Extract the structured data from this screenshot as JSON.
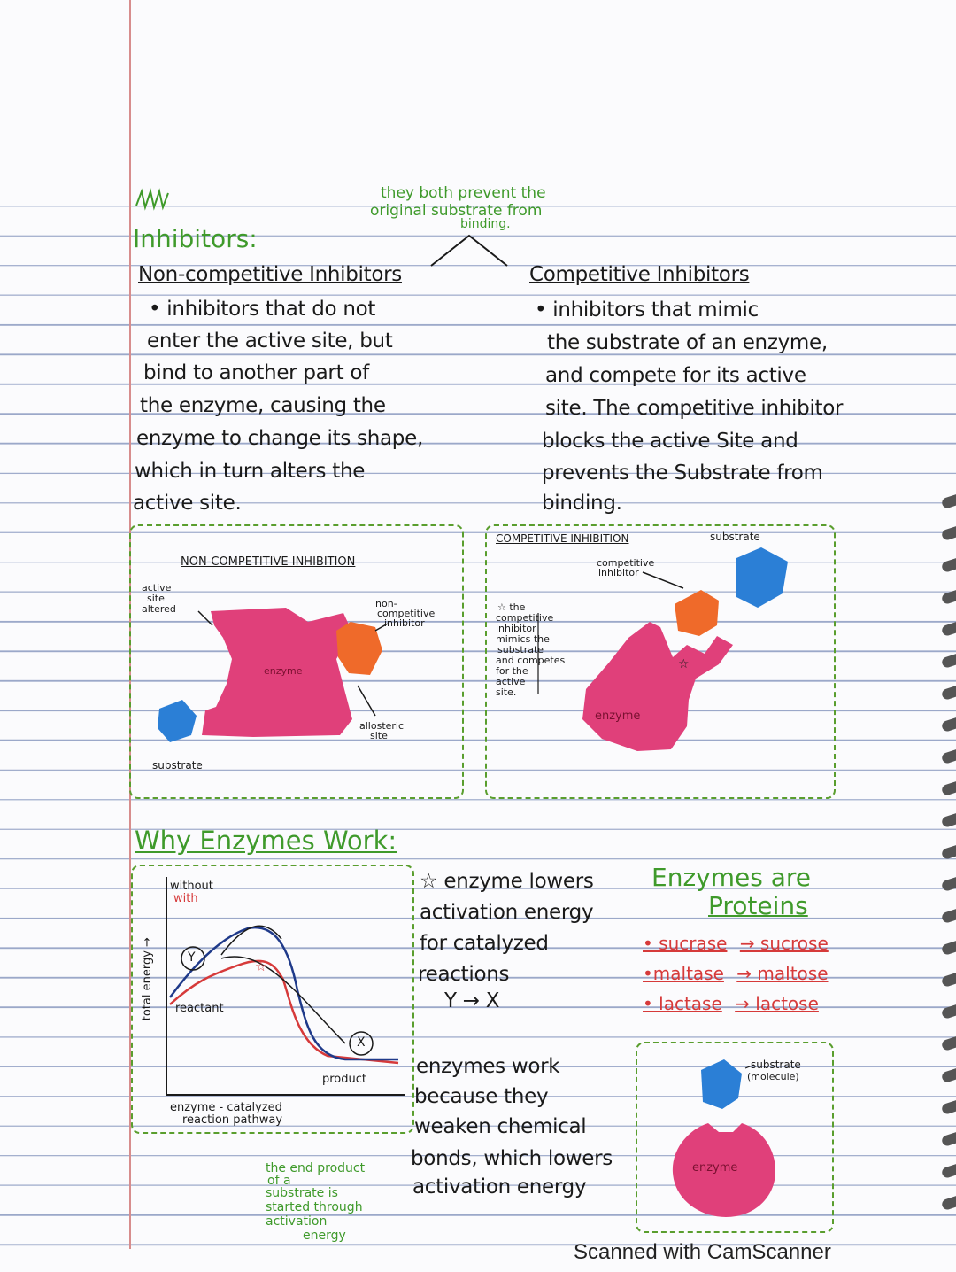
{
  "header": {
    "note_top": [
      "they both prevent the",
      "original substrate from",
      "binding."
    ],
    "title": "Inhibitors:"
  },
  "noncompetitive": {
    "heading": "Non-competitive Inhibitors",
    "lines": [
      "• inhibitors that do not",
      "enter the active site, but",
      "bind to another part of",
      "the enzyme, causing the",
      "enzyme to change its shape,",
      "which in turn alters the",
      "active site."
    ]
  },
  "competitive": {
    "heading": "Competitive Inhibitors",
    "lines": [
      "• inhibitors that mimic",
      "the substrate of an enzyme,",
      "and compete for its active",
      "site. The competitive inhibitor",
      "blocks the active Site and",
      "prevents the Substrate from",
      "binding."
    ]
  },
  "diagram_nc": {
    "title": "NON-COMPETITIVE INHIBITION",
    "active_site_label": [
      "active",
      "site",
      "altered"
    ],
    "inhibitor_label": [
      "non-",
      "competitive",
      "inhibitor"
    ],
    "enzyme_label": "enzyme",
    "allosteric_label": [
      "allosteric",
      "site"
    ],
    "substrate_label": "substrate"
  },
  "diagram_c": {
    "title": "COMPETITIVE INHIBITION",
    "substrate_label": "substrate",
    "inhibitor_label": [
      "competitive",
      "inhibitor"
    ],
    "note": [
      "☆ the",
      "competitive",
      "inhibitor",
      "mimics the",
      "substrate",
      "and competes",
      "for the",
      "active",
      "site."
    ],
    "enzyme_label": "enzyme"
  },
  "why": {
    "title": "Why Enzymes Work:",
    "graph": {
      "legend_without": "without",
      "legend_with": "with",
      "y_axis": "total energy →",
      "y_mark": "Y",
      "reactant": "reactant",
      "x_mark": "X",
      "product": "product",
      "caption": [
        "enzyme - catalyzed",
        "reaction pathway"
      ]
    },
    "point1": [
      "☆ enzyme lowers",
      "activation energy",
      "for catalyzed",
      "reactions",
      "Y → X"
    ],
    "point2": [
      "enzymes work",
      "because they",
      "weaken chemical",
      "bonds, which lowers",
      "activation energy"
    ],
    "side_note": [
      "the end product",
      "of a",
      "substrate is",
      "started through",
      "activation",
      "energy"
    ]
  },
  "proteins": {
    "title": [
      "Enzymes are",
      "Proteins"
    ],
    "items": [
      {
        "enzyme": "• sucrase",
        "substrate": "→ sucrose"
      },
      {
        "enzyme": "•maltase",
        "substrate": "→ maltose"
      },
      {
        "enzyme": "• lactase",
        "substrate": "→ lactose"
      }
    ],
    "diagram_substrate": [
      "substrate",
      "(molecule)"
    ],
    "diagram_enzyme": "enzyme"
  },
  "colors": {
    "enzyme": "#e0407a",
    "inhibitor": "#ef6a2a",
    "substrate": "#2b7fd6",
    "green_ink": "#3f9a2b",
    "red_ink": "#d63a3a",
    "blue_ink": "#1f3a8a"
  },
  "footer": "Scanned with CamScanner"
}
